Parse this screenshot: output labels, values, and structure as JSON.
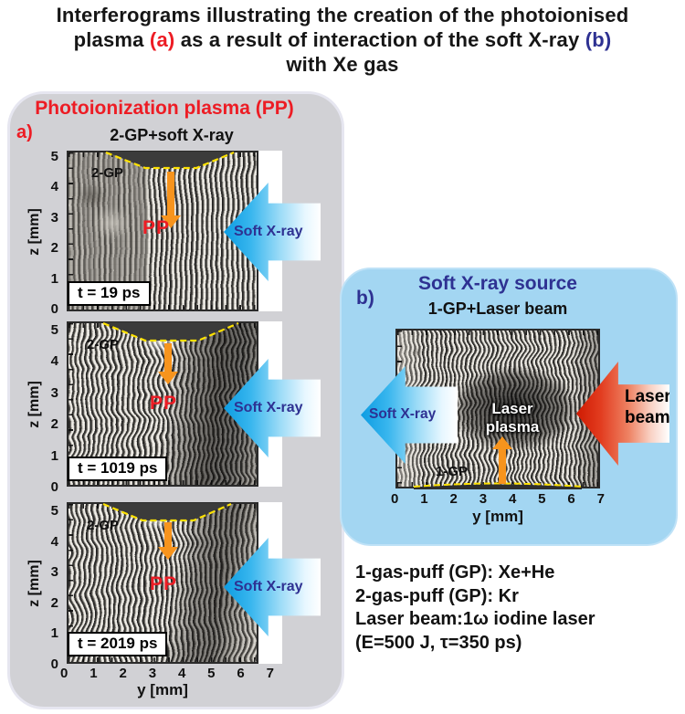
{
  "title": {
    "line1": "Interferograms illustrating the creation of the photoionised",
    "line2_pre": "plasma ",
    "line2_a": "(a)",
    "line2_mid": " as a result of interaction of the soft X-ray ",
    "line2_b": "(b)",
    "line3": "with Xe gas"
  },
  "panel_a": {
    "label": "a)",
    "title": "Photoionization plasma (PP)",
    "subtitle": "2-GP+soft X-ray",
    "axis": {
      "z_label": "z [mm]",
      "z_ticks": [
        "5",
        "4",
        "3",
        "2",
        "1",
        "0"
      ],
      "x_label": "y [mm]",
      "x_ticks": [
        "0",
        "1",
        "2",
        "3",
        "4",
        "5",
        "6",
        "7"
      ]
    },
    "frames": [
      {
        "time_label": "t = 19 ps",
        "nozzle_label": "2-GP",
        "plasma_label": "PP",
        "arrow_label": "Soft X-ray"
      },
      {
        "time_label": "t = 1019 ps",
        "nozzle_label": "2-GP",
        "plasma_label": "PP",
        "arrow_label": "Soft X-ray"
      },
      {
        "time_label": "t = 2019 ps",
        "nozzle_label": "2-GP",
        "plasma_label": "PP",
        "arrow_label": "Soft X-ray"
      }
    ]
  },
  "panel_b": {
    "label": "b)",
    "title": "Soft X-ray source",
    "subtitle": "1-GP+Laser beam",
    "nozzle_label": "1-GP",
    "plasma_label_line1": "Laser",
    "plasma_label_line2": "plasma",
    "xray_arrow_label": "Soft X-ray",
    "laser_arrow_line1": "Laser",
    "laser_arrow_line2": "beam",
    "axis": {
      "x_label": "y [mm]",
      "x_ticks": [
        "0",
        "1",
        "2",
        "3",
        "4",
        "5",
        "6",
        "7"
      ]
    }
  },
  "legend": {
    "line1": "1-gas-puff (GP): Xe+He",
    "line2": "2-gas-puff (GP): Kr",
    "line3_pre": "Laser beam:1",
    "line3_omega": "ω",
    "line3_post": " iodine laser",
    "line4_pre": "(E=500 J, ",
    "line4_tau": "τ",
    "line4_post": "=350 ps)"
  },
  "colors": {
    "accent_red": "#ed1c24",
    "accent_navy": "#2e3192",
    "orange_arrow": "#f7941d",
    "soft_xray_blue": "#29abe2",
    "laser_red": "#e23c1f",
    "panel_gray": "#d1d1d5",
    "panel_blue": "#a3d6f2",
    "nozzle_dark": "#3b3b3b",
    "dash_yellow": "#ffe200"
  }
}
